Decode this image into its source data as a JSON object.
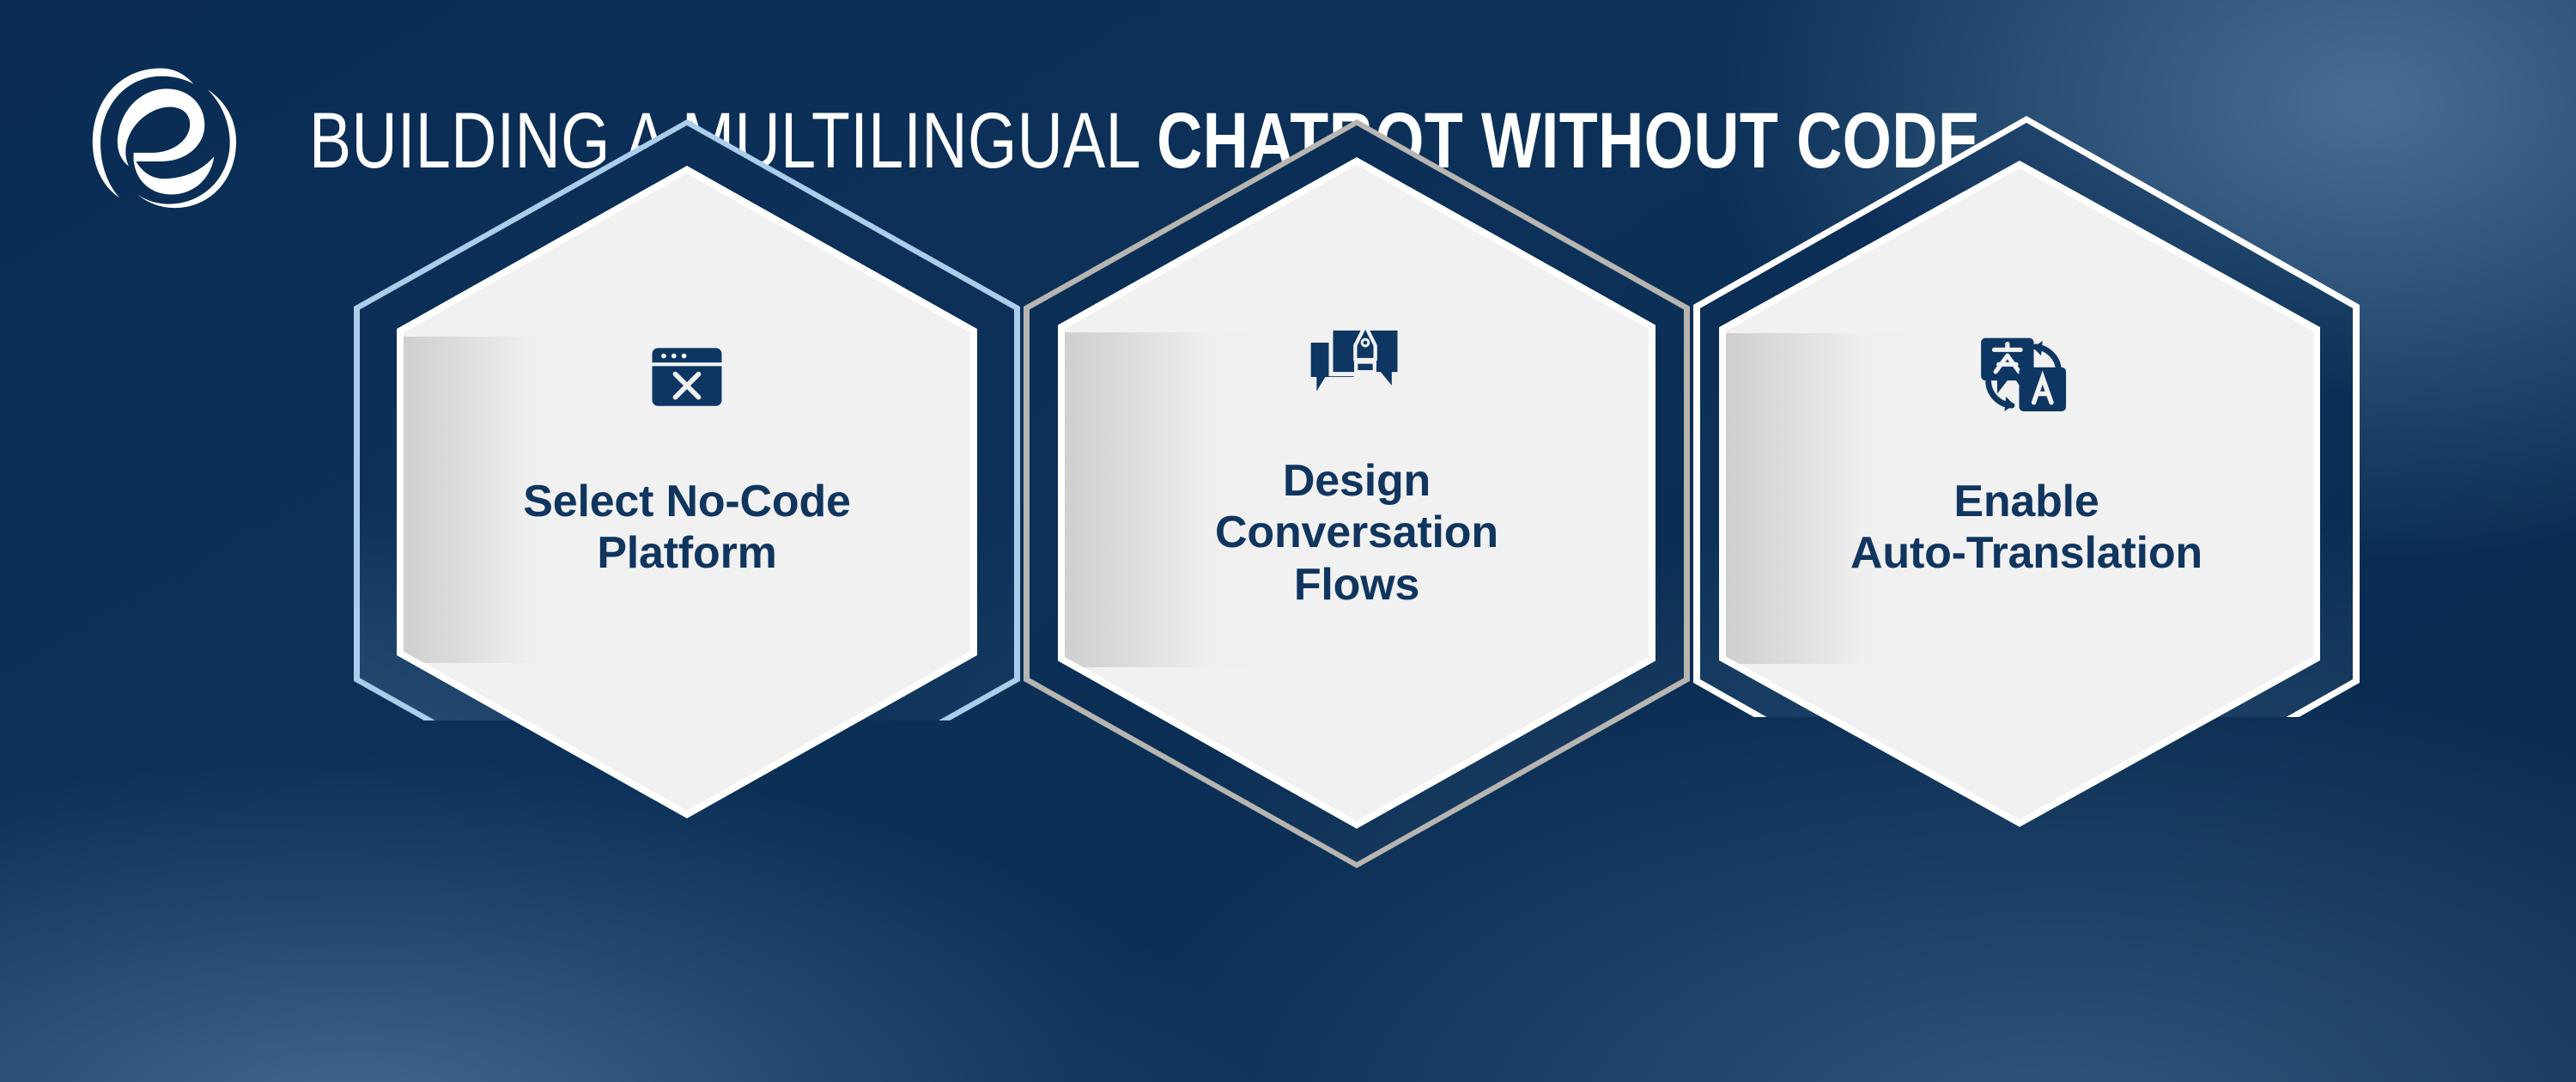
{
  "header": {
    "logo_name": "stylized-e-swoosh-logo",
    "title_light": "BUILDING A MULTILINGUAL ",
    "title_bold": "CHATBOT WITHOUT CODE"
  },
  "colors": {
    "background_dark": "#0a2c54",
    "background_mid": "#0c3158",
    "glow_light_blue": "#7aa2c6",
    "card_fill": "#f1f1f1",
    "text_navy": "#10355e",
    "outline_light_blue": "#a9cdeb",
    "outline_grey": "#b7b5b1",
    "outline_white": "#ffffff",
    "title_white": "#ffffff"
  },
  "steps": [
    {
      "index": "1",
      "label_lines": [
        "Select No-Code",
        "Platform"
      ],
      "label": "Select No-Code Platform",
      "icon": "browser-window-close-icon",
      "outline_color": "#a9cdeb",
      "font_size": "52"
    },
    {
      "index": "2",
      "label_lines": [
        "Design",
        "Conversation",
        "Flows"
      ],
      "label": "Design Conversation Flows",
      "icon": "chat-bubbles-pen-nib-icon",
      "outline_color": "#b7b5b1",
      "font_size": "52"
    },
    {
      "index": "3",
      "label_lines": [
        "Enable",
        "Auto-Translation"
      ],
      "label": "Enable Auto-Translation",
      "icon": "language-translate-icon",
      "outline_color": "#ffffff",
      "font_size": "52"
    }
  ]
}
